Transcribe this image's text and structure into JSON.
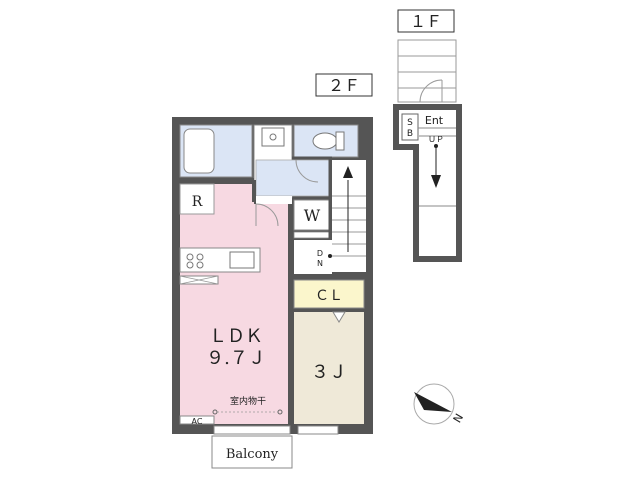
{
  "floors": {
    "first": "１Ｆ",
    "second": "２Ｆ"
  },
  "rooms": {
    "ldk_name": "ＬＤＫ",
    "ldk_size": "９.７Ｊ",
    "western_room": "３Ｊ",
    "refrigerator": "R",
    "closet": "ＣＬ",
    "walk_in": "W",
    "balcony": "Balcony",
    "entrance": "Ent",
    "shoe_box": "S\nB",
    "indoor_drying": "室内物干",
    "aircon": "AC",
    "stair_down": "D\nN",
    "stair_up": "ＵＰ"
  },
  "compass": {
    "north": "N"
  },
  "colors": {
    "wall": "#555555",
    "ldk_floor": "#f7d9e2",
    "room_floor": "#efe9d8",
    "closet_floor": "#fbf6cc",
    "wet_area": "#dbe5f5",
    "outline": "#8a8a8a"
  }
}
